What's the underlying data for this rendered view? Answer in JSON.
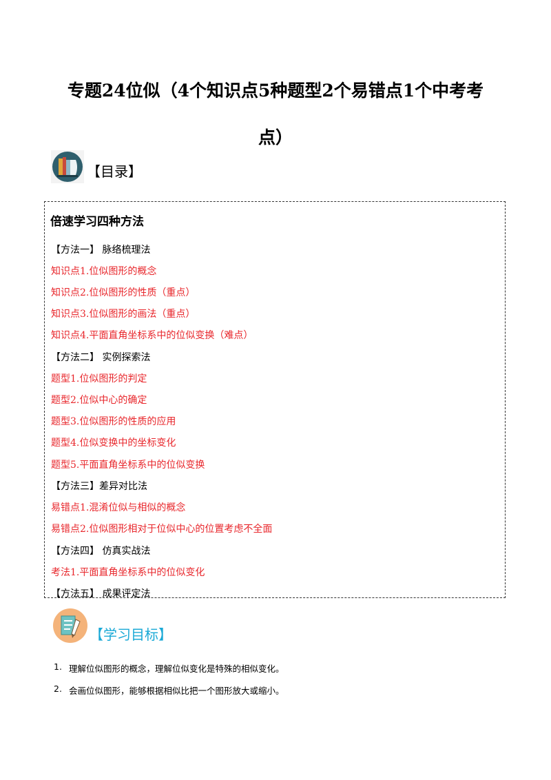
{
  "title_line1": "专题24位似（4个知识点5种题型2个易错点1个中考考",
  "title_line2": "点）",
  "toc_label": "【目录】",
  "toc_heading": "倍速学习四种方法",
  "toc_items": [
    {
      "text": "【方法一】 脉络梳理法",
      "kind": "method"
    },
    {
      "text": "知识点1.位似图形的概念",
      "kind": "item"
    },
    {
      "text": "知识点2.位似图形的性质（重点）",
      "kind": "item"
    },
    {
      "text": "知识点3.位似图形的画法（重点）",
      "kind": "item"
    },
    {
      "text": "知识点4.平面直角坐标系中的位似变换（难点）",
      "kind": "item"
    },
    {
      "text": "【方法二】 实例探索法",
      "kind": "method"
    },
    {
      "text": "题型1.位似图形的判定",
      "kind": "item"
    },
    {
      "text": "题型2.位似中心的确定",
      "kind": "item"
    },
    {
      "text": "题型3.位似图形的性质的应用",
      "kind": "item"
    },
    {
      "text": "题型4.位似变换中的坐标变化",
      "kind": "item"
    },
    {
      "text": "题型5.平面直角坐标系中的位似变换",
      "kind": "item"
    },
    {
      "text": "【方法三】差异对比法",
      "kind": "method"
    },
    {
      "text": "易错点1.混淆位似与相似的概念",
      "kind": "item"
    },
    {
      "text": "易错点2.位似图形相对于位似中心的位置考虑不全面",
      "kind": "item"
    },
    {
      "text": "【方法四】 仿真实战法",
      "kind": "method"
    },
    {
      "text": "考法1.平面直角坐标系中的位似变化",
      "kind": "item"
    },
    {
      "text": "【方法五】 成果评定法",
      "kind": "method"
    }
  ],
  "goal_label": "【学习目标】",
  "goals": [
    {
      "num": "1.",
      "text": "理解位似图形的概念，理解位似变化是特殊的相似变化。"
    },
    {
      "num": "2.",
      "text": "会画位似图形，能够根据相似比把一个图形放大或缩小。"
    }
  ],
  "colors": {
    "item": "#e8262b",
    "goal_label": "#1aa9d6"
  },
  "icons": {
    "toc": "books-icon",
    "goal": "notebook-pencil-icon"
  }
}
